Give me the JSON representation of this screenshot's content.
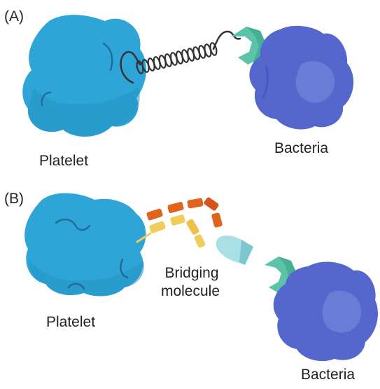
{
  "panel_a": {
    "tag": "(A)",
    "platelet_label": "Platelet",
    "bacteria_label": "Bacteria"
  },
  "panel_b": {
    "tag": "(B)",
    "platelet_label": "Platelet",
    "bridge_label_line1": "Bridging",
    "bridge_label_line2": "molecule",
    "bacteria_label": "Bacteria"
  },
  "colors": {
    "platelet": "#2ea5d6",
    "platelet_shadow": "#1d7fb0",
    "bacteria": "#5566cc",
    "bacteria_light": "#7384da",
    "receptor": "#5cc2a8",
    "spring": "#333333",
    "bridge_orange": "#e0641e",
    "bridge_yellow": "#f0cc5a",
    "bridge_cyan": "#9edbe0"
  },
  "icons": [
    "platelet-cell",
    "bacteria-cell",
    "receptor-clamp",
    "spring-link",
    "bridging-molecule"
  ]
}
